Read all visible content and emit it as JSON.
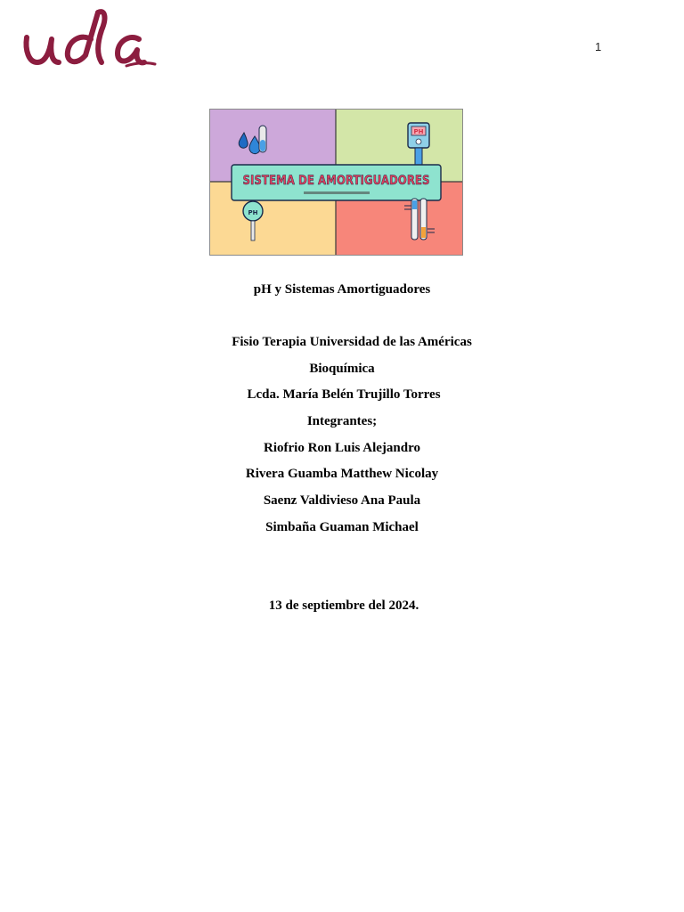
{
  "header": {
    "logo_text": "udla",
    "page_number": "1"
  },
  "cover_image": {
    "banner_text": "SISTEMA DE AMORTIGUADORES",
    "ph_label": "PH",
    "ph_badge": "PH",
    "colors": {
      "top_left": "#cda8da",
      "top_right": "#d3e6a8",
      "bottom_left": "#fcd994",
      "bottom_right": "#f7867a",
      "banner": "#8ee3cf",
      "banner_text": "#e2405d"
    }
  },
  "title": "pH y Sistemas Amortiguadores",
  "institution": "Fisio Terapia Universidad de las Américas",
  "subject": "Bioquímica",
  "teacher": "Lcda. María Belén Trujillo Torres",
  "members_label": "Integrantes;",
  "members": [
    "Riofrio Ron Luis Alejandro",
    "Rivera Guamba Matthew Nicolay",
    "Saenz Valdivieso Ana Paula",
    "Simbaña Guaman Michael"
  ],
  "date": "13 de septiembre del 2024."
}
